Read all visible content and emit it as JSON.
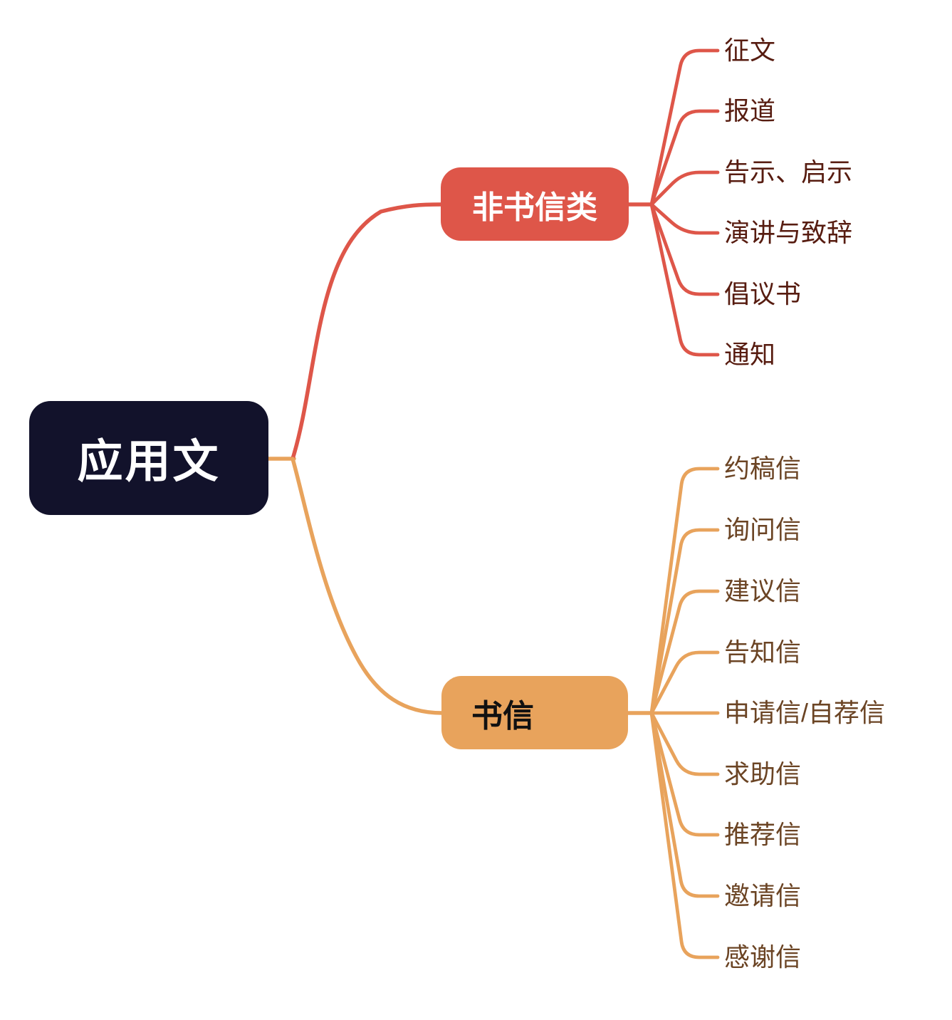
{
  "map": {
    "background": "#FFFFFF",
    "root": {
      "label": "应用文",
      "bg_color": "#12122B",
      "text_color": "#FFFFFF"
    },
    "branches": [
      {
        "label": "非书信类",
        "node_color": "#DE5649",
        "line_color": "#DE5649",
        "label_color": "#FFFFFF",
        "leaf_text_color": "#571C10",
        "children": [
          "征文",
          "报道",
          "告示、启示",
          "演讲与致辞",
          "倡议书",
          "通知"
        ]
      },
      {
        "label": "书信",
        "node_color": "#E8A35C",
        "line_color": "#E8A35C",
        "label_color": "#111111",
        "leaf_text_color": "#6B4424",
        "children": [
          "约稿信",
          "询问信",
          "建议信",
          "告知信",
          "申请信/自荐信",
          "求助信",
          "推荐信",
          "邀请信",
          "感谢信"
        ]
      }
    ]
  }
}
